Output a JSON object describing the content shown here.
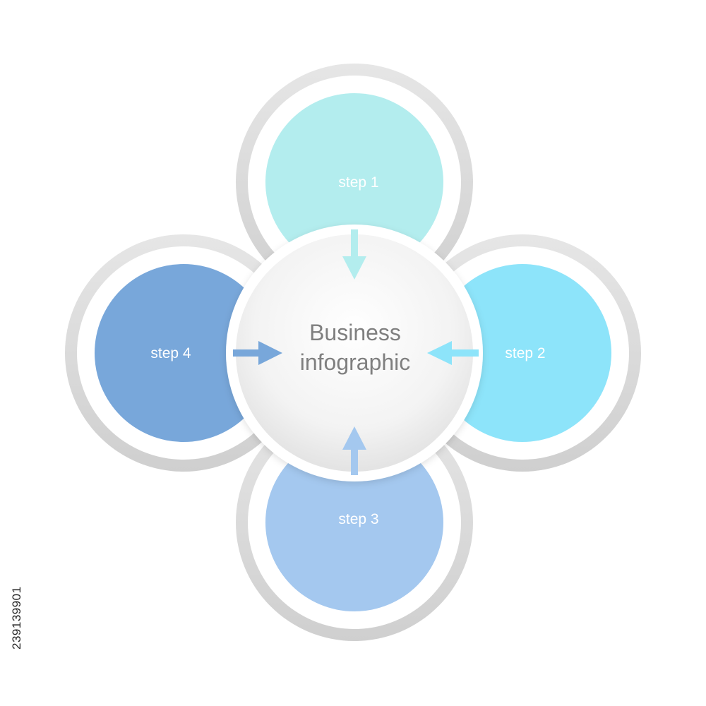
{
  "diagram": {
    "title_line1": "Business",
    "title_line2": "infographic",
    "steps": [
      {
        "label": "step 1",
        "color": "#b3edee"
      },
      {
        "label": "step 2",
        "color": "#8de4fa"
      },
      {
        "label": "step 3",
        "color": "#a4c8ef"
      },
      {
        "label": "step 4",
        "color": "#78a7da"
      }
    ],
    "ring_color": "#d9d9d9",
    "center_color": "#f3f3f3",
    "text_color": "#7f7f7f"
  },
  "stock_id": "239139901"
}
